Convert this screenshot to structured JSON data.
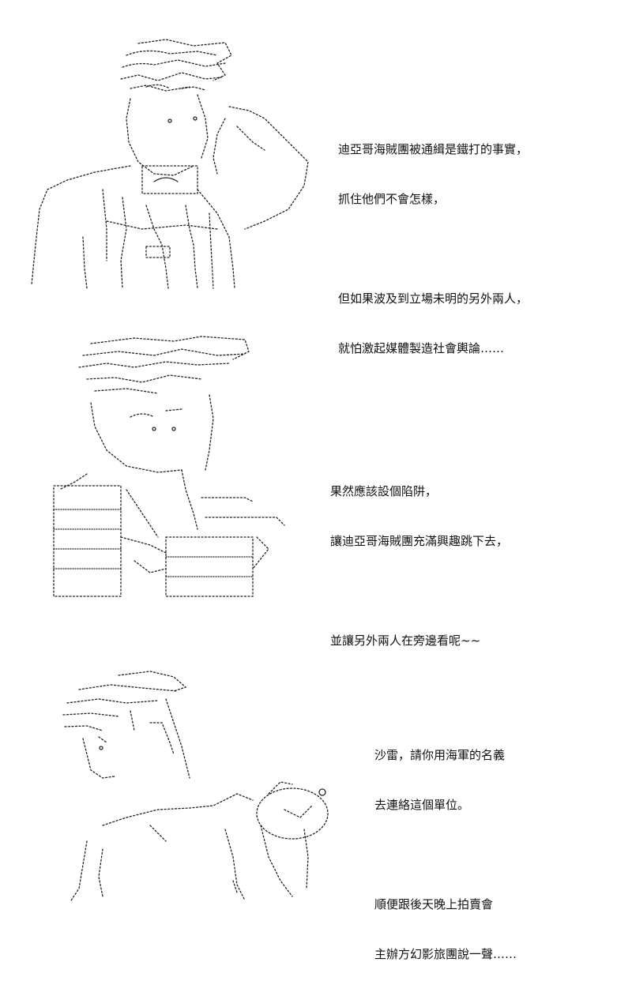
{
  "panels": [
    {
      "id": "panel-1",
      "character": "seated-figure-hand-on-chin",
      "dialogue": [
        [
          "迪亞哥海賊團被通緝是鐵打的事實，",
          "抓住他們不會怎樣，"
        ],
        [
          "但如果波及到立場未明的另外兩人，",
          "就怕激起媒體製造社會輿論……"
        ]
      ]
    },
    {
      "id": "panel-2",
      "character": "figure-behind-table",
      "dialogue": [
        [
          "果然應該設個陷阱，",
          "讓迪亞哥海賊團充滿興趣跳下去，"
        ],
        [
          "並讓另外兩人在旁邊看呢~~"
        ]
      ]
    },
    {
      "id": "panel-3",
      "character": "figure-with-pet",
      "dialogue": [
        [
          "沙雷，請你用海軍的名義",
          "去連絡這個單位。"
        ],
        [
          "順便跟後天晚上拍賣會",
          "主辦方幻影旅團說一聲……"
        ]
      ]
    }
  ]
}
